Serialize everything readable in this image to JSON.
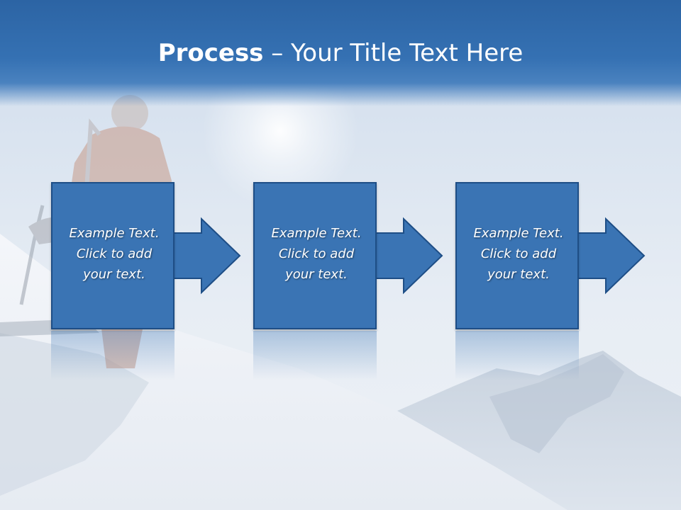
{
  "slide": {
    "title_bold": "Process",
    "title_rest": " – Your Title Text Here"
  },
  "steps": [
    {
      "text": "Example Text.\nClick  to add\nyour text."
    },
    {
      "text": "Example Text.\nClick  to add\nyour text."
    },
    {
      "text": "Example Text.\nClick  to add\nyour text."
    }
  ],
  "colors": {
    "title_bar": "#3571b3",
    "box_fill": "#3a74b4",
    "box_border": "#1e4e86",
    "text": "#ffffff"
  }
}
